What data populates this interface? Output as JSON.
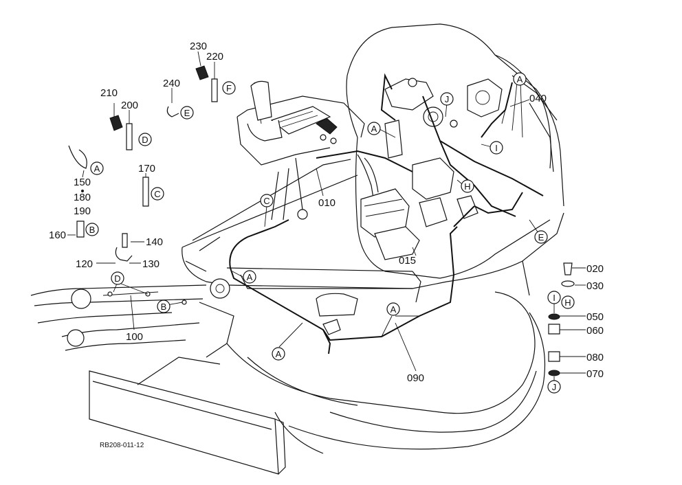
{
  "drawing_ref": "RB208-011-12",
  "part_numbers": {
    "p010": "010",
    "p015": "015",
    "p020": "020",
    "p030": "030",
    "p040": "040",
    "p050": "050",
    "p060": "060",
    "p070": "070",
    "p080": "080",
    "p090": "090",
    "p100": "100",
    "p120": "120",
    "p130": "130",
    "p140": "140",
    "p150": "150",
    "p160": "160",
    "p170": "170",
    "p180": "180",
    "p190": "190",
    "p200": "200",
    "p210": "210",
    "p220": "220",
    "p230": "230",
    "p240": "240"
  },
  "connector_tags": {
    "A": "A",
    "B": "B",
    "C": "C",
    "D": "D",
    "E": "E",
    "F": "F",
    "H": "H",
    "I": "I",
    "J": "J"
  }
}
